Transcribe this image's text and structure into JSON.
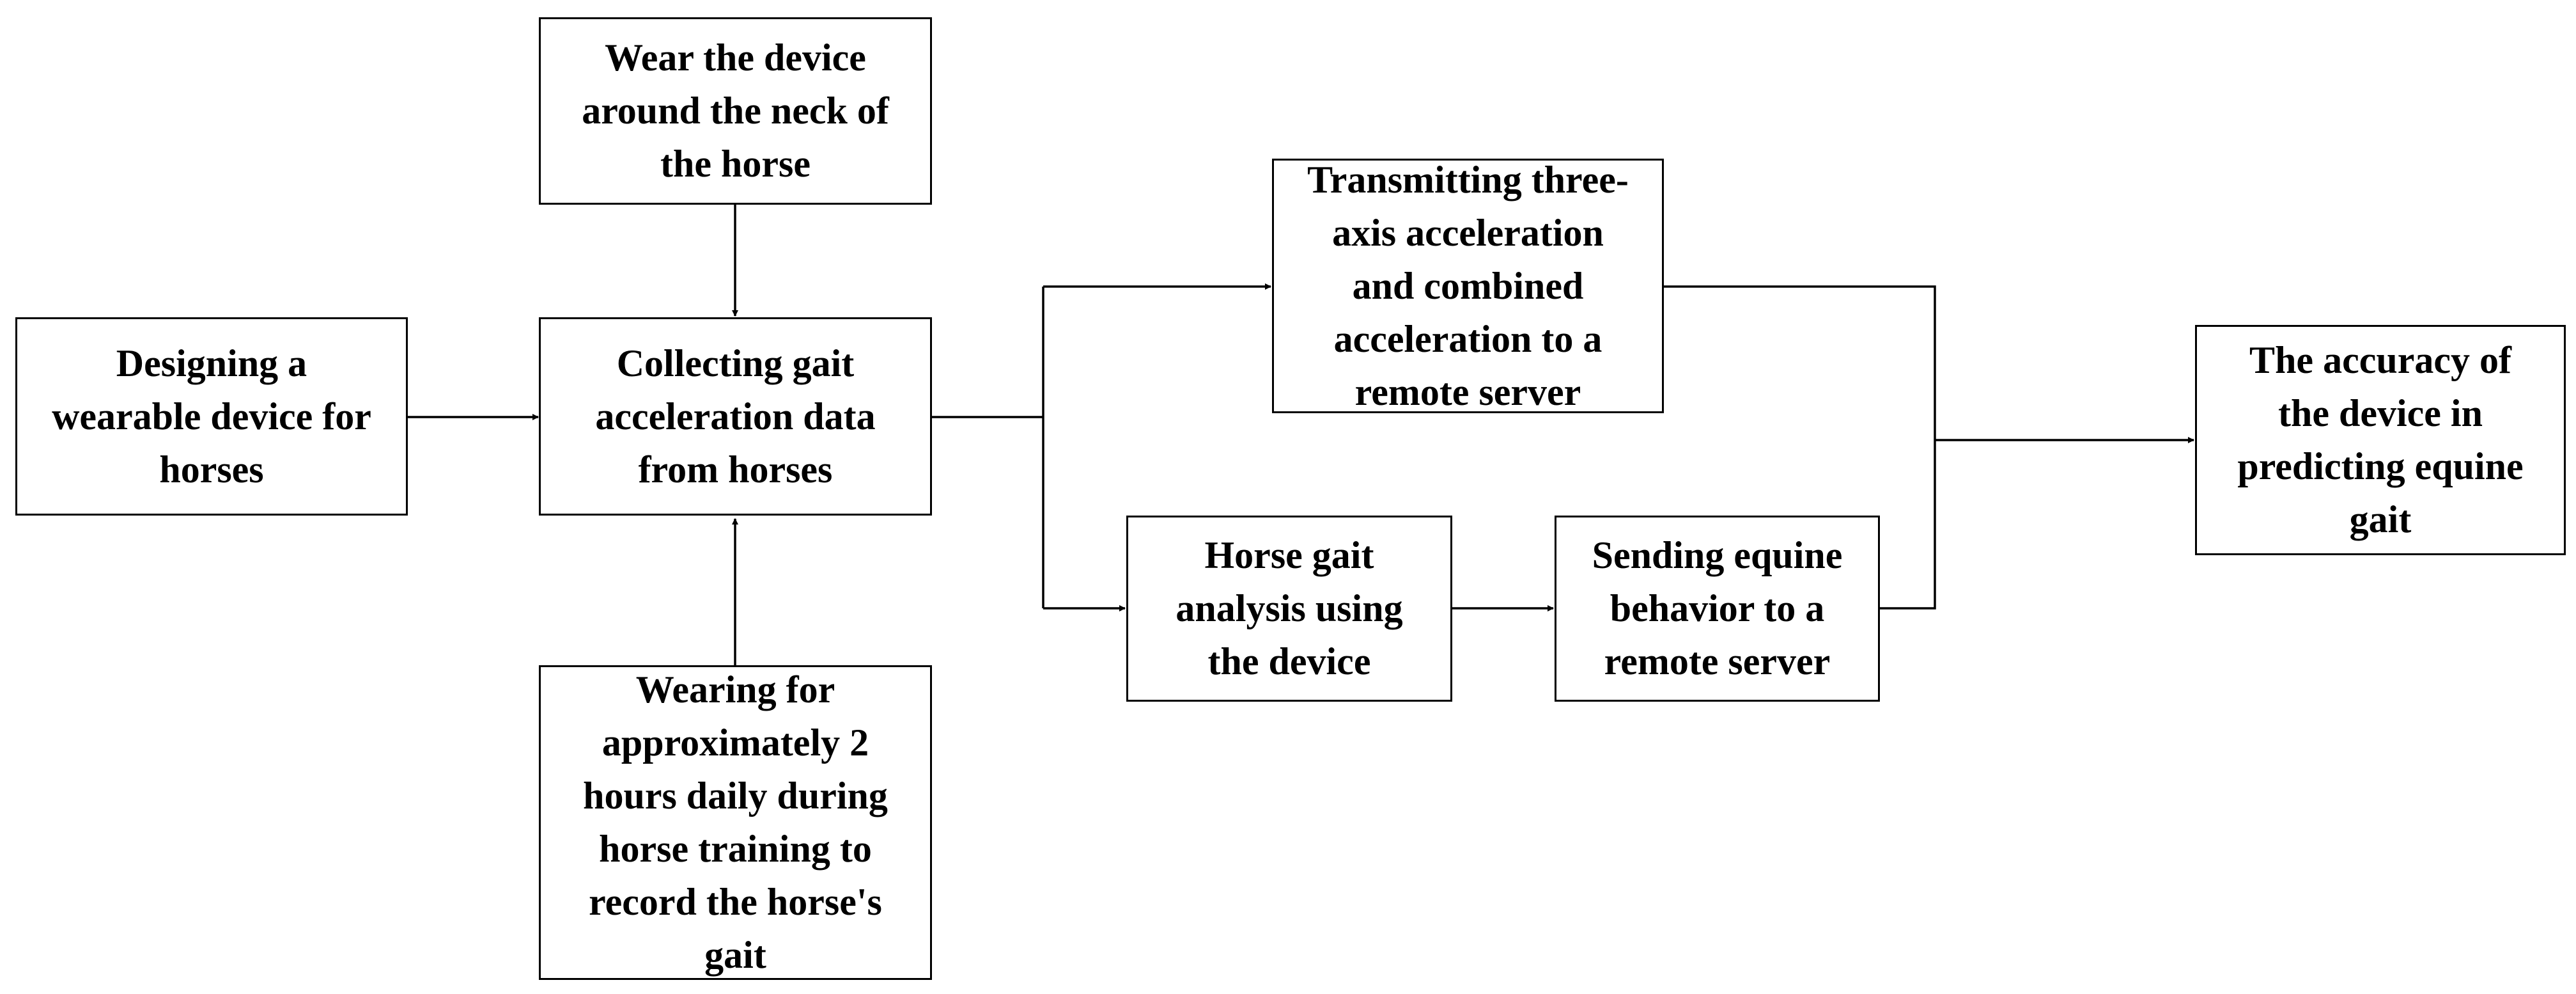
{
  "diagram": {
    "boxes": {
      "design": "Designing a\nwearable device for\nhorses",
      "wear_neck": "Wear the device\naround the neck of\nthe horse",
      "collect": "Collecting gait\nacceleration data\nfrom horses",
      "wearing_daily": "Wearing for\napproximately 2\nhours daily during\nhorse training to\nrecord the horse's\ngait",
      "transmit": "Transmitting three-\naxis acceleration\nand combined\nacceleration to a\nremote server",
      "gait_analysis": "Horse gait\nanalysis using\nthe device",
      "send_behavior": "Sending equine\nbehavior to a\nremote server",
      "accuracy": "The accuracy of\nthe device in\npredicting equine\ngait"
    },
    "colors": {
      "stroke": "#000000",
      "background": "#ffffff"
    }
  }
}
